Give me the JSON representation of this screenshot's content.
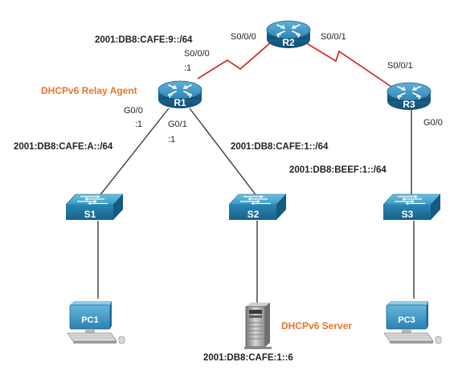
{
  "devices": {
    "r1": "R1",
    "r2": "R2",
    "r3": "R3",
    "s1": "S1",
    "s2": "S2",
    "s3": "S3",
    "pc1": "PC1",
    "pc3": "PC3"
  },
  "roles": {
    "relay_agent": "DHCPv6 Relay Agent",
    "dhcp_server": "DHCPv6 Server"
  },
  "networks": {
    "r1_r2": "2001:DB8:CAFE:9::/64",
    "r1_s1": "2001:DB8:CAFE:A::/64",
    "r1_s2": "2001:DB8:CAFE:1::/64",
    "r3_s3": "2001:DB8:BEEF:1::/64",
    "server_addr": "2001:DB8:CAFE:1::6"
  },
  "interfaces": {
    "r2_to_r1": "S0/0/0",
    "r2_to_r3": "S0/0/1",
    "r1_serial": "S0/0/0",
    "r1_serial_host": ":1",
    "r1_g00": "G0/0",
    "r1_g00_host": ":1",
    "r1_g01": "G0/1",
    "r1_g01_host": ":1",
    "r3_serial": "S0/0/1",
    "r3_g00": "G0/0"
  },
  "colors": {
    "router_body": "#1f6f9e",
    "switch_body": "#2a8cb8",
    "serial_link": "#d01a1a",
    "ethernet_link": "#3a3a3a",
    "accent_orange": "#e8742a"
  }
}
